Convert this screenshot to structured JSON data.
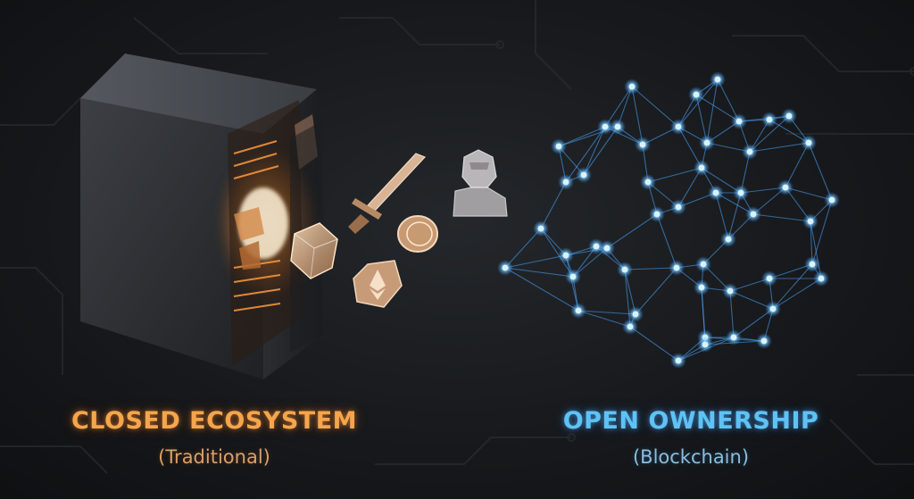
{
  "left": {
    "title": "CLOSED ECOSYSTEM",
    "subtitle": "(Traditional)",
    "accent_color": "#f5a54c"
  },
  "right": {
    "title": "OPEN OWNERSHIP",
    "subtitle": "(Blockchain)",
    "accent_color": "#5fc2f5"
  },
  "background_color": "#16181b",
  "illustration": {
    "left_object": "server-cabinet-icon",
    "floating_assets": [
      "shield-icon",
      "sword-icon",
      "coin-icon",
      "ethereum-icon",
      "avatar-bust-icon"
    ],
    "right_object": "network-sphere-icon"
  }
}
